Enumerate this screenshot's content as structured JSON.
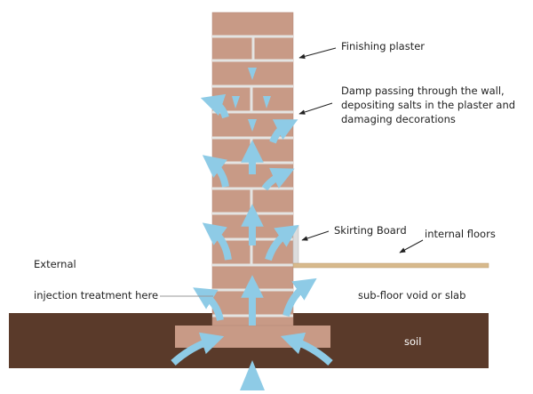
{
  "labels": {
    "finishing_plaster": "Finishing plaster",
    "damp_line1": "Damp passing through the wall,",
    "damp_line2": "depositing salts in the plaster and",
    "damp_line3": "damaging decorations",
    "skirting_board": "Skirting Board",
    "internal_floors": "internal floors",
    "external": "External",
    "injection": "injection treatment here",
    "subfloor": "sub-floor void or slab",
    "soil": "soil"
  },
  "colors": {
    "brick": "#c89a86",
    "mortar": "#e4e4e2",
    "soil": "#5a3a2a",
    "damp_arrow": "#8ecbe6",
    "floor": "#d7b98c",
    "skirting": "#dcdcdc"
  }
}
